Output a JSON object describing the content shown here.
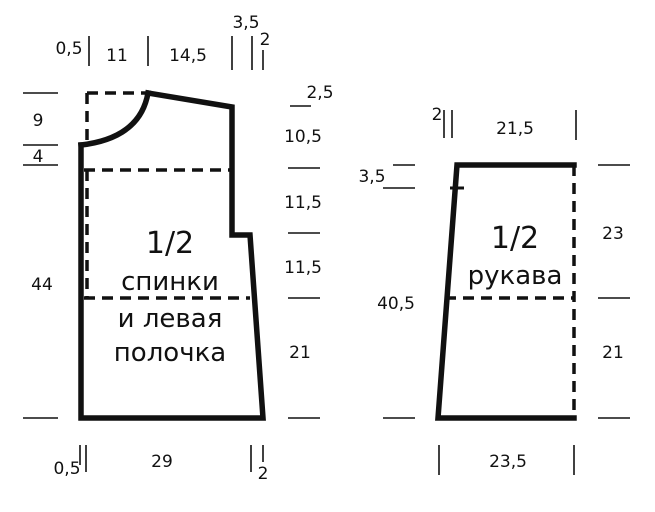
{
  "colors": {
    "line": "#111111",
    "background": "#ffffff"
  },
  "body_piece": {
    "title_line1": "1/2",
    "title_line2": "спинки",
    "title_line3": "и левая",
    "title_line4": "полочка",
    "top_widths": [
      "0,5",
      "11",
      "14,5",
      "3,5",
      "2"
    ],
    "left_heights": [
      "9",
      "4",
      "44"
    ],
    "right_heights": [
      "2,5",
      "10,5",
      "11,5",
      "11,5",
      "21"
    ],
    "bottom_widths": [
      "0,5",
      "29",
      "2"
    ]
  },
  "sleeve_piece": {
    "title_line1": "1/2",
    "title_line2": "рукава",
    "top_widths": [
      "2",
      "21,5"
    ],
    "left_heights": [
      "3,5",
      "40,5"
    ],
    "right_heights": [
      "23",
      "21"
    ],
    "bottom_width": "23,5"
  }
}
